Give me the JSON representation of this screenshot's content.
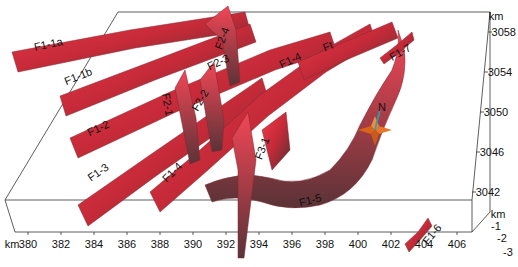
{
  "diagram": {
    "labels": [
      "F1-1a",
      "F1-1b",
      "F2-4",
      "F2-3",
      "F1-4",
      "Ft",
      "F1-7",
      "km",
      "3058",
      "3054",
      "3050",
      "3046",
      "3042",
      "N",
      "F2-1",
      "F2-2",
      "F1-2",
      "F3-1",
      "F1-3",
      "F1-4",
      "F1-5",
      "F1-6",
      "km",
      "380",
      "382",
      "384",
      "386",
      "388",
      "390",
      "392",
      "394",
      "396",
      "398",
      "400",
      "402",
      "404",
      "406",
      "km",
      "-1",
      "-2",
      "-3"
    ]
  }
}
